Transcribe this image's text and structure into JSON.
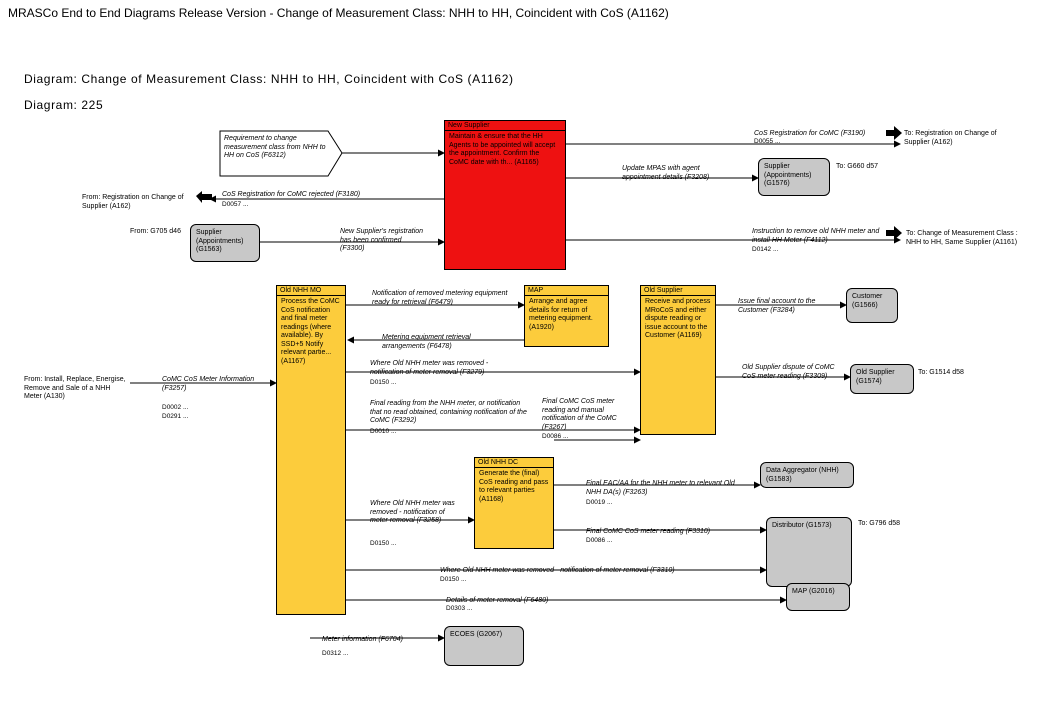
{
  "page_title": "MRASCo End to End Diagrams Release Version - Change of Measurement Class: NHH to HH, Coincident with CoS (A1162)",
  "diagram_title": "Diagram: Change of Measurement Class: NHH to HH, Coincident with CoS (A1162)",
  "diagram_number": "Diagram: 225",
  "trigger": "Requirement to change measurement class from NHH to HH on CoS (F6312)",
  "process_boxes": {
    "new_supplier": {
      "title": "New Supplier",
      "body": "Maintain & ensure that the HH Agents to be appointed will accept the appointment. Confirm the CoMC date with th... (A1165)"
    },
    "old_nhh_mo": {
      "title": "Old NHH MO",
      "body": "Process the CoMC CoS notification and final meter readings (where available). By SSD+5 Notify relevant partie... (A1167)"
    },
    "map": {
      "title": "MAP",
      "body": "Arrange and agree details for return of metering equipment. (A1920)"
    },
    "old_supplier": {
      "title": "Old Supplier",
      "body": "Receive and process MRoCoS and either dispute reading or issue account to the Customer (A1169)"
    },
    "old_nhh_dc": {
      "title": "Old NHH DC",
      "body": "Generate the (final) CoS reading and pass to relevant parties (A1168)"
    }
  },
  "external_boxes": {
    "supplier_appt_1563": "Supplier (Appointments) (G1563)",
    "supplier_appt_1576": "Supplier (Appointments) (G1576)",
    "customer": "Customer (G1566)",
    "old_supplier_ext": "Old Supplier (G1574)",
    "data_aggregator": "Data Aggregator (NHH) (G1583)",
    "distributor": "Distributor (G1573)",
    "map_2016": "MAP (G2016)",
    "ecoes": "ECOES (G2067)"
  },
  "refs": {
    "from_reg_coS": "From: Registration on Change of Supplier (A162)",
    "from_g705": "From: G705 d46",
    "from_install": "From: Install, Replace, Energise, Remove and Sale of a NHH Meter (A130)",
    "to_reg_coS": "To: Registration on Change of Supplier (A162)",
    "to_g660": "To: G660 d57",
    "to_comc": "To: Change of Measurement Class : NHH to HH, Same Supplier (A1161)",
    "to_g1514": "To: G1514 d58",
    "to_g796": "To: G796 d58"
  },
  "flows": {
    "cos_reg_comc": {
      "label": "CoS Registration for CoMC (F3190)",
      "code": "D0055 ..."
    },
    "cos_reg_rejected": {
      "label": "CoS Registration for CoMC rejected (F3180)",
      "code": "D0057 ..."
    },
    "new_supplier_reg": {
      "label": "New Supplier's registration has been confirmed (F3300)",
      "code": ""
    },
    "update_mpas": {
      "label": "Update MPAS with agent appointment details (F3208)",
      "code": ""
    },
    "instruction_remove": {
      "label": "Instruction to remove old NHH meter and install HH Meter (F4112)",
      "code": "D0142 ..."
    },
    "notif_removed_equip": {
      "label": "Notification of removed metering equipment ready for retrieval (F6479)",
      "code": ""
    },
    "metering_retrieval": {
      "label": "Metering equipment retrieval arrangements (F6478)",
      "code": ""
    },
    "where_removed_1": {
      "label": "Where Old NHH meter was removed - notification of meter removal (F3279)",
      "code": "D0150 ..."
    },
    "final_reading": {
      "label": "Final reading from the NHH meter, or notification that no read obtained, containing notification of the CoMC (F3292)",
      "code": "D0010 ..."
    },
    "comc_cos_meter_info": {
      "label": "CoMC CoS Meter Information (F3257)",
      "codes": [
        "D0002 ...",
        "D0291 ..."
      ]
    },
    "final_comc_manual": {
      "label": "Final CoMC CoS meter reading and manual notification of the CoMC (F3267)",
      "code": "D0086 ..."
    },
    "issue_final_account": {
      "label": "Issue final account to the Customer (F3284)",
      "code": ""
    },
    "old_supplier_dispute": {
      "label": "Old Supplier dispute of CoMC CoS meter reading (F3309)",
      "code": ""
    },
    "where_removed_2": {
      "label": "Where Old NHH meter was removed - notification of meter removal (F3258)",
      "code": "D0150 ..."
    },
    "final_eac": {
      "label": "Final EAC/AA for the NHH meter to relevant Old NHH DA(s) (F3263)",
      "code": "D0019 ..."
    },
    "final_comc_reading": {
      "label": "Final CoMC CoS meter reading (F3310)",
      "code": "D0086 ..."
    },
    "where_removed_3": {
      "label": "Where Old NHH meter was removed - notification of meter removal (F3310)",
      "code": "D0150 ..."
    },
    "details_removal": {
      "label": "Details of meter removal (F6480)",
      "code": "D0303 ..."
    },
    "meter_info": {
      "label": "Meter information (F6704)",
      "code": "D0312 ..."
    }
  },
  "colors": {
    "red": "#ee1111",
    "yellow": "#fccc3c",
    "grey": "#c8c8c8"
  }
}
